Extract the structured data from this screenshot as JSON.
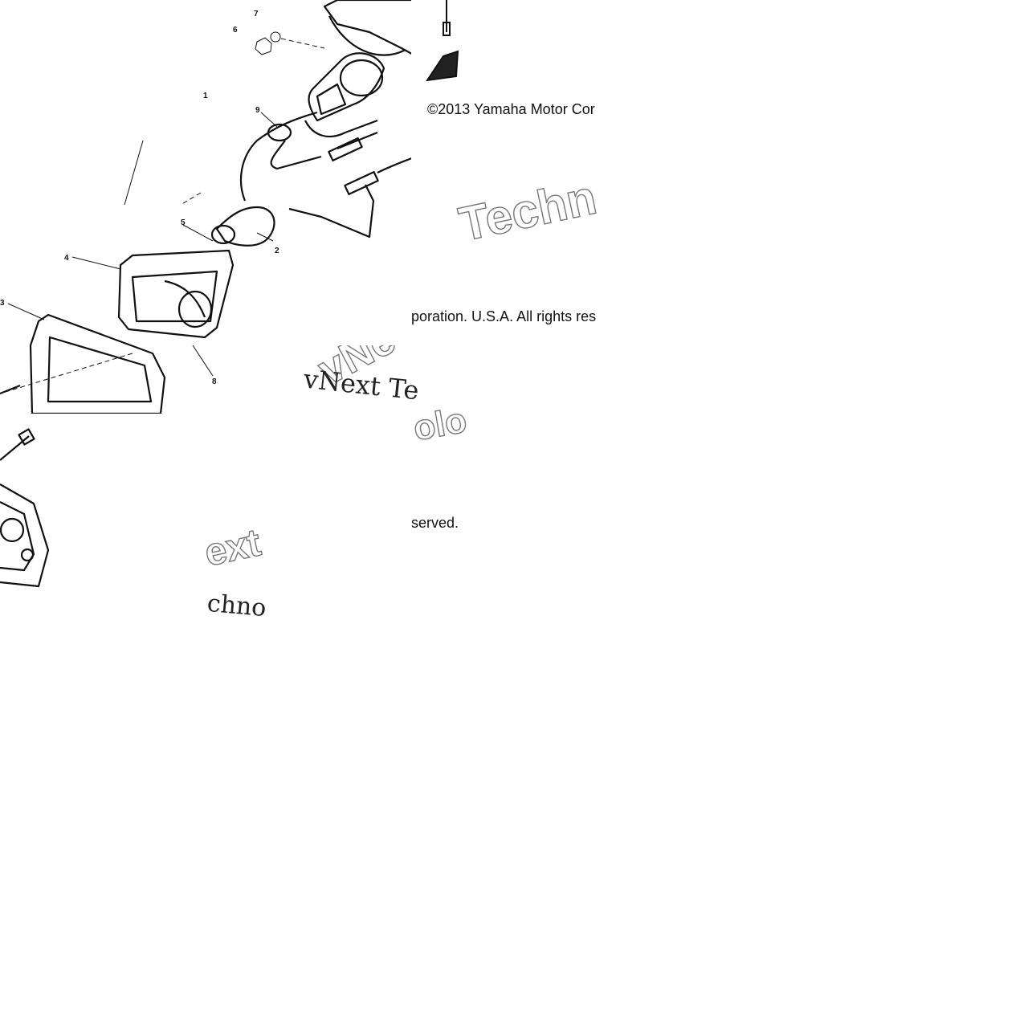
{
  "copyright": {
    "part1": "©2013 Yamaha Motor Cor",
    "part2": "poration. U.S.A. All rights res",
    "part3": "served."
  },
  "watermarks": {
    "serif_tile_e": "vNext Te",
    "serif_tile_b": "chno",
    "outline_tile_c": "Techn",
    "outline_tile_b": "ext",
    "outline_tile_e1": "vNe",
    "outline_tile_e2": "olo"
  },
  "callouts": [
    "1",
    "2",
    "3",
    "4",
    "5",
    "6",
    "7",
    "8",
    "9"
  ]
}
